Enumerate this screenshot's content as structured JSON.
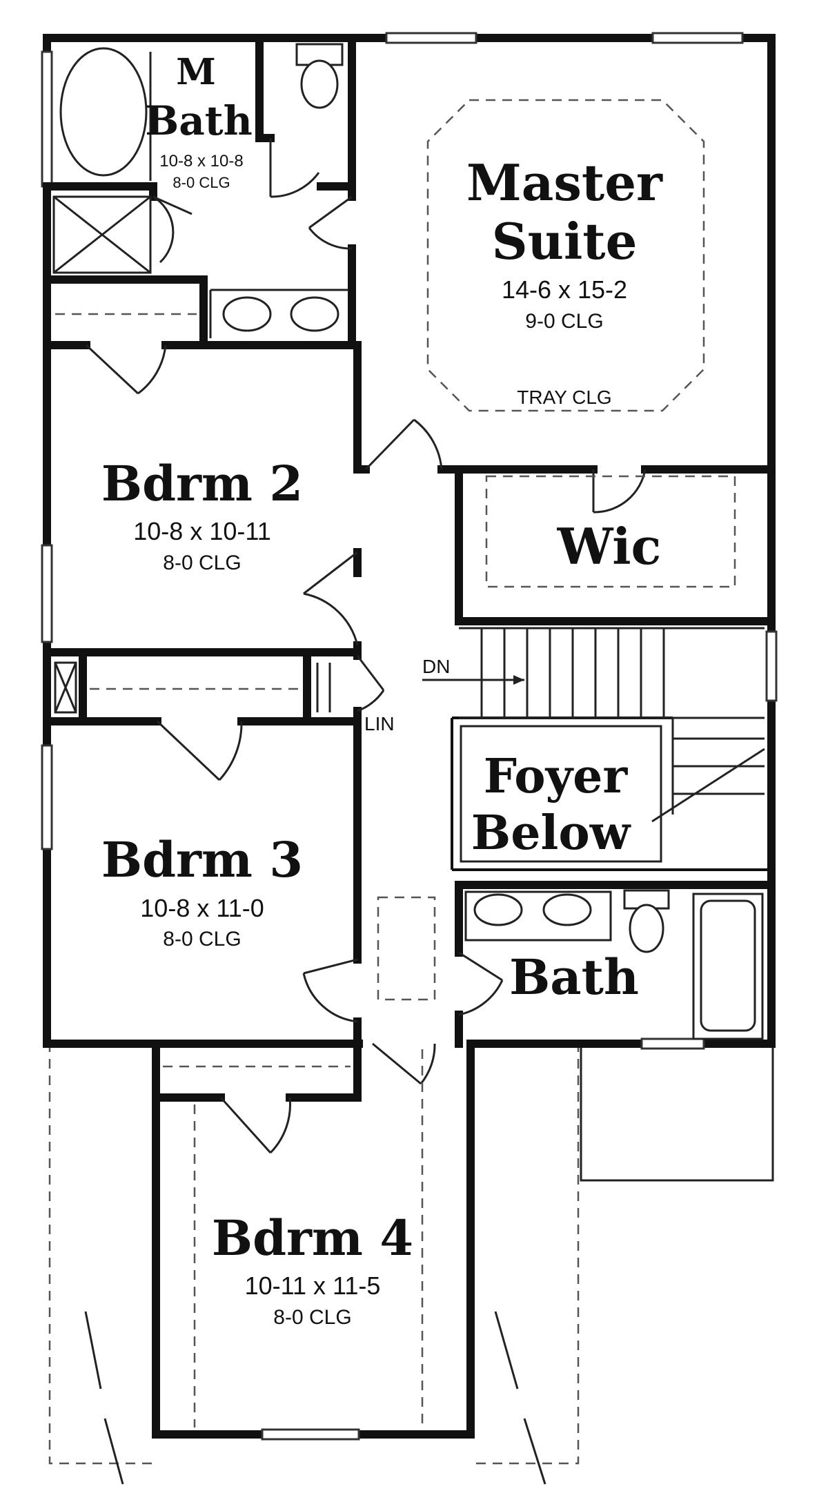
{
  "rooms": {
    "master_bath": {
      "name_line1": "M",
      "name_line2": "Bath",
      "size": "10-8 x 10-8",
      "ceiling": "8-0 CLG"
    },
    "master_suite": {
      "name_line1": "Master",
      "name_line2": "Suite",
      "size": "14-6 x 15-2",
      "ceiling": "9-0 CLG",
      "ceiling_note": "TRAY CLG"
    },
    "wic": {
      "name": "Wic"
    },
    "bdrm2": {
      "name": "Bdrm 2",
      "size": "10-8 x 10-11",
      "ceiling": "8-0 CLG"
    },
    "bdrm3": {
      "name": "Bdrm 3",
      "size": "10-8 x 11-0",
      "ceiling": "8-0 CLG"
    },
    "foyer": {
      "name_line1": "Foyer",
      "name_line2": "Below"
    },
    "bath": {
      "name": "Bath"
    },
    "bdrm4": {
      "name": "Bdrm 4",
      "size": "10-11 x 11-5",
      "ceiling": "8-0 CLG"
    }
  },
  "labels": {
    "stair_dn": "DN",
    "linen": "LIN"
  }
}
